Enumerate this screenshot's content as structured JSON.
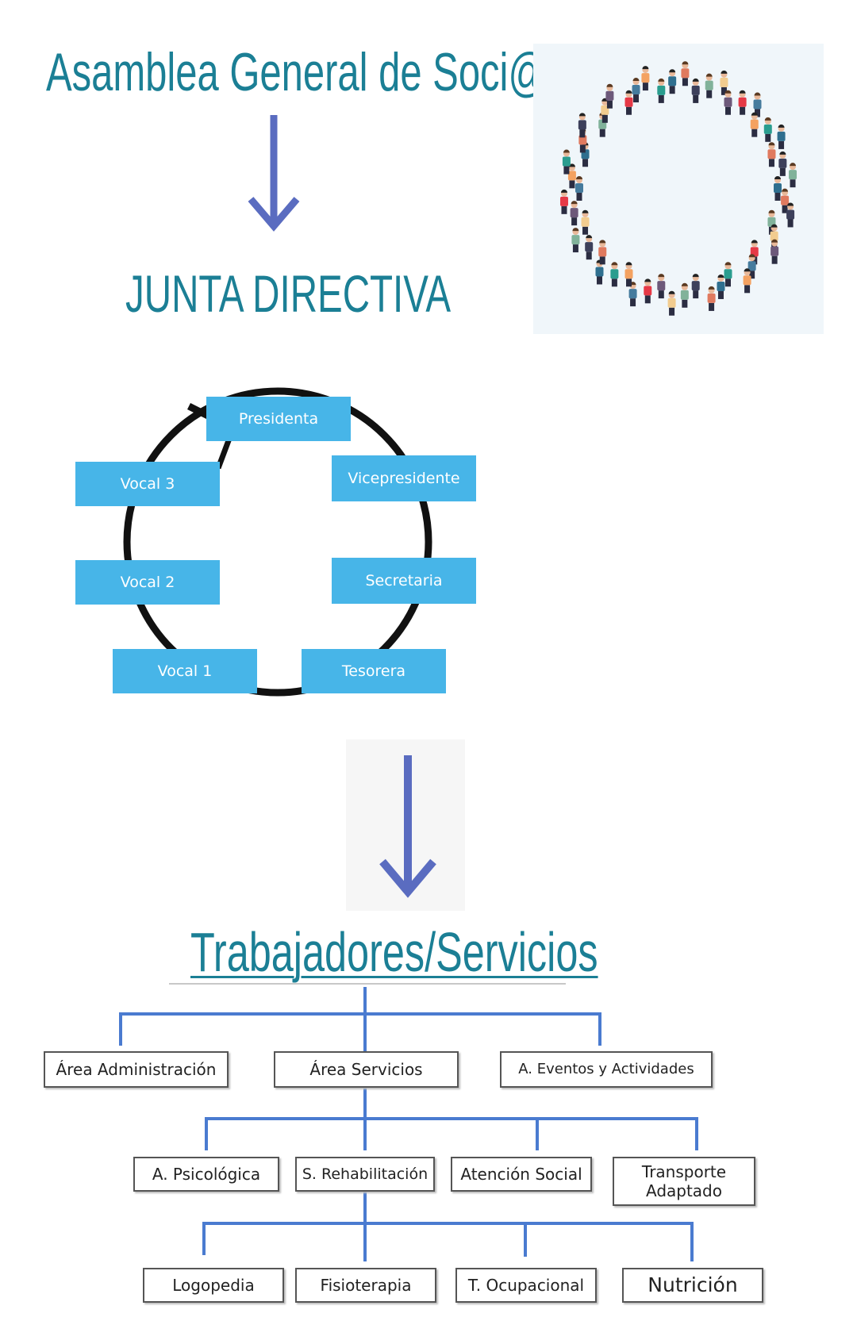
{
  "titles": {
    "asamblea": "Asamblea General de Soci@s",
    "junta": "JUNTA DIRECTIVA",
    "trabajadores": "Trabajadores/Servicios"
  },
  "junta": {
    "presidenta": "Presidenta",
    "vicepresidente": "Vicepresidente",
    "secretaria": "Secretaria",
    "tesorera": "Tesorera",
    "vocal1": "Vocal 1",
    "vocal2": "Vocal 2",
    "vocal3": "Vocal 3"
  },
  "org": {
    "level1": [
      "Área Administración",
      "Área Servicios",
      "A. Eventos y Actividades"
    ],
    "level2": [
      "A. Psicológica",
      "S. Rehabilitación",
      "Atención Social",
      "Transporte Adaptado"
    ],
    "level3": [
      "Logopedia",
      "Fisioterapia",
      "T. Ocupacional",
      "Nutrición"
    ]
  },
  "colors": {
    "title": "#1b7f95",
    "arrow": "#5a6cc0",
    "role_box": "#47b5e8",
    "connector": "#4a7bd0"
  },
  "icons": {
    "people_circle": "people-circle-illustration"
  }
}
